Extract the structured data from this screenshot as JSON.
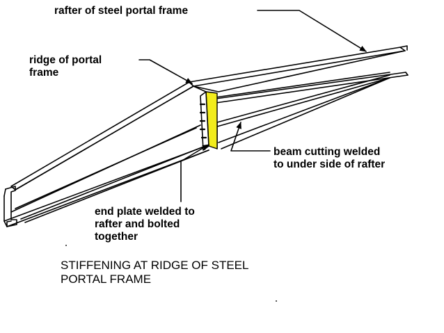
{
  "labels": {
    "rafter": "rafter of steel portal frame",
    "ridge": [
      "ridge of portal",
      "frame"
    ],
    "beam_cutting": [
      "beam cutting welded",
      "to under side of rafter"
    ],
    "end_plate": [
      "end plate welded to",
      "rafter and bolted",
      "together"
    ]
  },
  "caption": [
    "STIFFENING AT RIDGE OF STEEL",
    "PORTAL FRAME"
  ],
  "colors": {
    "end_plate_fill": "#f2ec1c",
    "line": "#000000",
    "background": "#ffffff"
  }
}
